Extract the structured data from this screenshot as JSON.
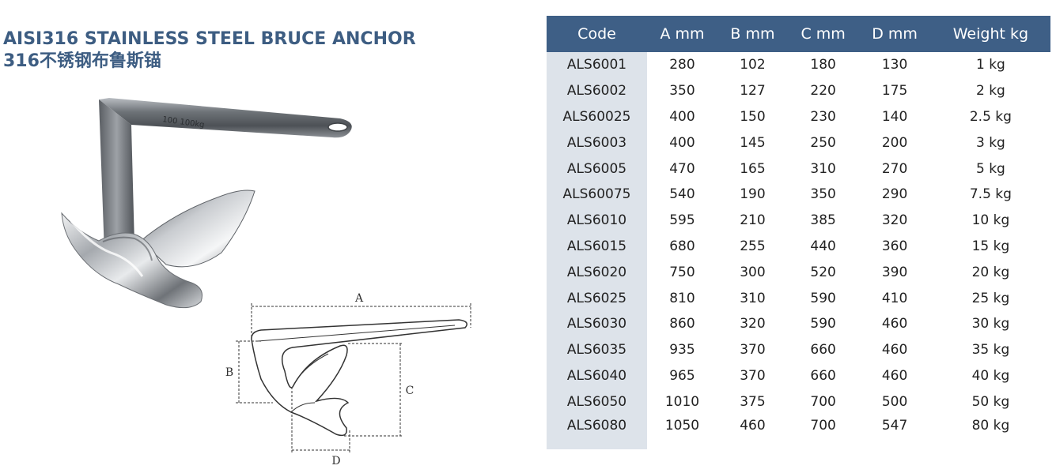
{
  "title": {
    "line1": "AISI316 STAINLESS STEEL BRUCE ANCHOR",
    "line2": "316不锈钢布鲁斯锚"
  },
  "photo": {
    "engraving": "100 100kg"
  },
  "drawing": {
    "label_a": "A",
    "label_b": "B",
    "label_c": "C",
    "label_d": "D"
  },
  "table": {
    "headers": [
      "Code",
      "A mm",
      "B mm",
      "C mm",
      "D mm",
      "Weight kg"
    ],
    "rows": [
      [
        "ALS6001",
        "280",
        "102",
        "180",
        "130",
        "1 kg"
      ],
      [
        "ALS6002",
        "350",
        "127",
        "220",
        "175",
        "2 kg"
      ],
      [
        "ALS60025",
        "400",
        "150",
        "230",
        "140",
        "2.5 kg"
      ],
      [
        "ALS6003",
        "400",
        "145",
        "250",
        "200",
        "3 kg"
      ],
      [
        "ALS6005",
        "470",
        "165",
        "310",
        "270",
        "5 kg"
      ],
      [
        "ALS60075",
        "540",
        "190",
        "350",
        "290",
        "7.5 kg"
      ],
      [
        "ALS6010",
        "595",
        "210",
        "385",
        "320",
        "10 kg"
      ],
      [
        "ALS6015",
        "680",
        "255",
        "440",
        "360",
        "15 kg"
      ],
      [
        "ALS6020",
        "750",
        "300",
        "520",
        "390",
        "20 kg"
      ],
      [
        "ALS6025",
        "810",
        "310",
        "590",
        "410",
        "25 kg"
      ],
      [
        "ALS6030",
        "860",
        "320",
        "590",
        "460",
        "30 kg"
      ],
      [
        "ALS6035",
        "935",
        "370",
        "660",
        "460",
        "35 kg"
      ],
      [
        "ALS6040",
        "965",
        "370",
        "660",
        "460",
        "40 kg"
      ],
      [
        "ALS6050",
        "1010",
        "375",
        "700",
        "500",
        "50 kg"
      ],
      [
        "ALS6080",
        "1050",
        "460",
        "700",
        "547",
        "80 kg"
      ]
    ]
  },
  "colors": {
    "title": "#3d5d82",
    "header_bg": "#3e5f86",
    "code_col_bg": "#dde3ea"
  }
}
